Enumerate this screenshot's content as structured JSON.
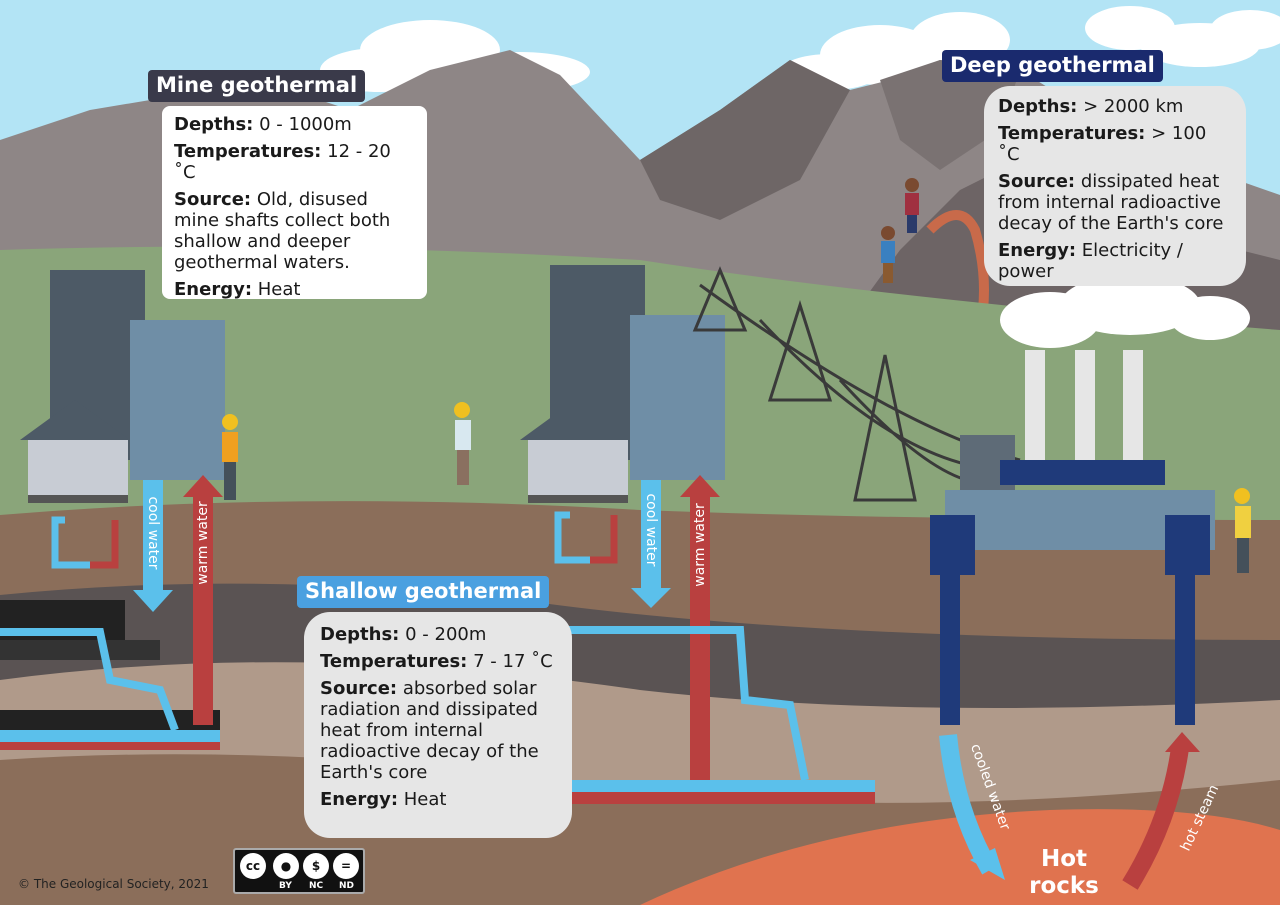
{
  "mine": {
    "title": "Mine geothermal",
    "depths_label": "Depths:",
    "depths_value": "0 - 1000m",
    "temps_label": "Temperatures:",
    "temps_value": "12 - 20 ˚C",
    "source_label": "Source:",
    "source_value": "Old, disused mine shafts collect both shallow and deeper geothermal waters.",
    "energy_label": "Energy:",
    "energy_value": "Heat"
  },
  "shallow": {
    "title": "Shallow geothermal",
    "depths_label": "Depths:",
    "depths_value": "0 - 200m",
    "temps_label": "Temperatures:",
    "temps_value": "7 - 17 ˚C",
    "source_label": "Source:",
    "source_value": "absorbed solar radiation and dissipated heat from internal radioactive decay of the Earth's core",
    "energy_label": "Energy:",
    "energy_value": "Heat"
  },
  "deep": {
    "title": "Deep geothermal",
    "depths_label": "Depths:",
    "depths_value": "> 2000 km",
    "temps_label": "Temperatures:",
    "temps_value": "> 100 ˚C",
    "source_label": "Source:",
    "source_value": "dissipated heat from internal radioactive decay of the Earth's core",
    "energy_label": "Energy:",
    "energy_value": "Electricity / power"
  },
  "pipe_labels": {
    "cool_water": "cool water",
    "warm_water": "warm water",
    "cooled_water": "cooled water",
    "hot_steam": "hot steam"
  },
  "hot_rocks": {
    "line1": "Hot",
    "line2": "rocks"
  },
  "footer": {
    "credit": "© The Geological Society, 2021"
  },
  "license": {
    "by": "BY",
    "nc": "NC",
    "nd": "ND",
    "cc": "cc"
  },
  "colors": {
    "sky": "#b3e4f5",
    "mountain": "#8e8686",
    "grass": "#8aa57a",
    "soil": "#8b6e5a",
    "cool_pipe": "#5bc0eb",
    "warm_pipe": "#b9403f",
    "plant_blue": "#1f3a7a",
    "hot_rocks": "#e0734f",
    "mine_tag": "#3a3a4a",
    "shallow_tag": "#4aa0e0",
    "deep_tag": "#1a2a6e"
  },
  "icons": [
    "creative-commons-icon",
    "attribution-icon",
    "non-commercial-icon",
    "no-derivatives-icon"
  ]
}
